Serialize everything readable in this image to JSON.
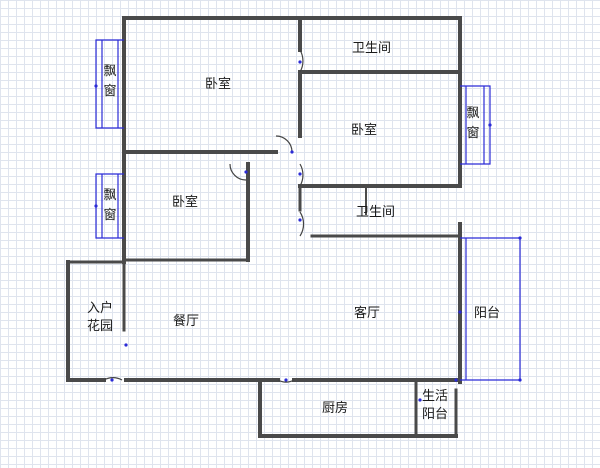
{
  "rooms": {
    "bedroom_top_left": "卧室",
    "bathroom_top": "卫生间",
    "bedroom_right": "卧室",
    "bay_window_right": "飘窗",
    "bay_window_top_left": "飘窗",
    "bay_window_mid_left": "飘窗",
    "bedroom_left": "卧室",
    "bathroom_mid": "卫生间",
    "entry_garden_line1": "入户",
    "entry_garden_line2": "花园",
    "dining_room": "餐厅",
    "living_room": "客厅",
    "balcony": "阳台",
    "kitchen": "厨房",
    "utility_balcony_line1": "生活",
    "utility_balcony_line2": "阳台"
  },
  "colors": {
    "wall": "#4a4a4a",
    "window_line": "#2b2bd6",
    "door_line": "#444444",
    "grid": "#dfe4ee"
  }
}
